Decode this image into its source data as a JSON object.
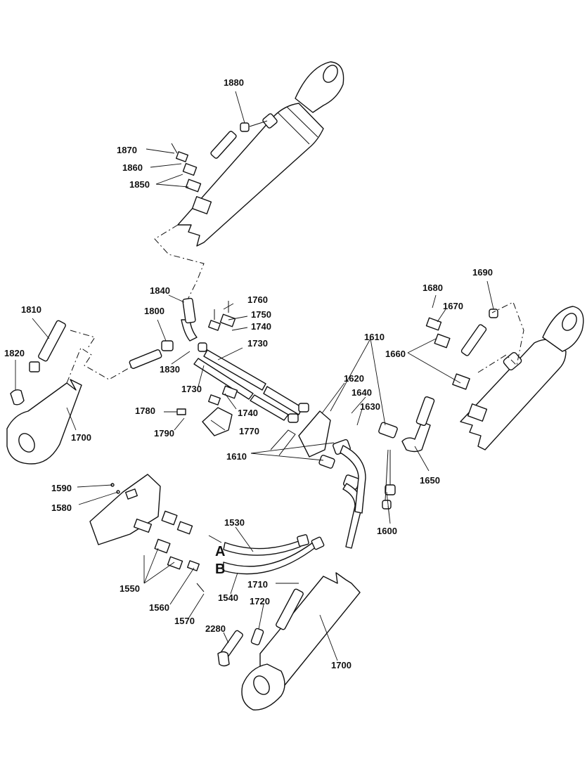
{
  "colors": {
    "ink": "#111111",
    "paper": "#ffffff"
  },
  "callouts": {
    "c1880": "1880",
    "c1870": "1870",
    "c1860": "1860",
    "c1850": "1850",
    "c1840": "1840",
    "c1810": "1810",
    "c1800": "1800",
    "c1820": "1820",
    "c1830": "1830",
    "c1760": "1760",
    "c1750": "1750",
    "c1740a": "1740",
    "c1730a": "1730",
    "c1730b": "1730",
    "c1740b": "1740",
    "c1780": "1780",
    "c1790": "1790",
    "c1770": "1770",
    "c1700a": "1700",
    "c1610a": "1610",
    "c1620": "1620",
    "c1640": "1640",
    "c1630": "1630",
    "c1610b": "1610",
    "c1680": "1680",
    "c1670": "1670",
    "c1690": "1690",
    "c1660": "1660",
    "c1650": "1650",
    "c1600": "1600",
    "c1590": "1590",
    "c1580": "1580",
    "c1530": "1530",
    "c1550": "1550",
    "c1540": "1540",
    "c1560": "1560",
    "c1570": "1570",
    "c1710": "1710",
    "c1720": "1720",
    "c2280": "2280",
    "c1700b": "1700"
  },
  "port_labels": {
    "a": "A",
    "b": "B"
  }
}
